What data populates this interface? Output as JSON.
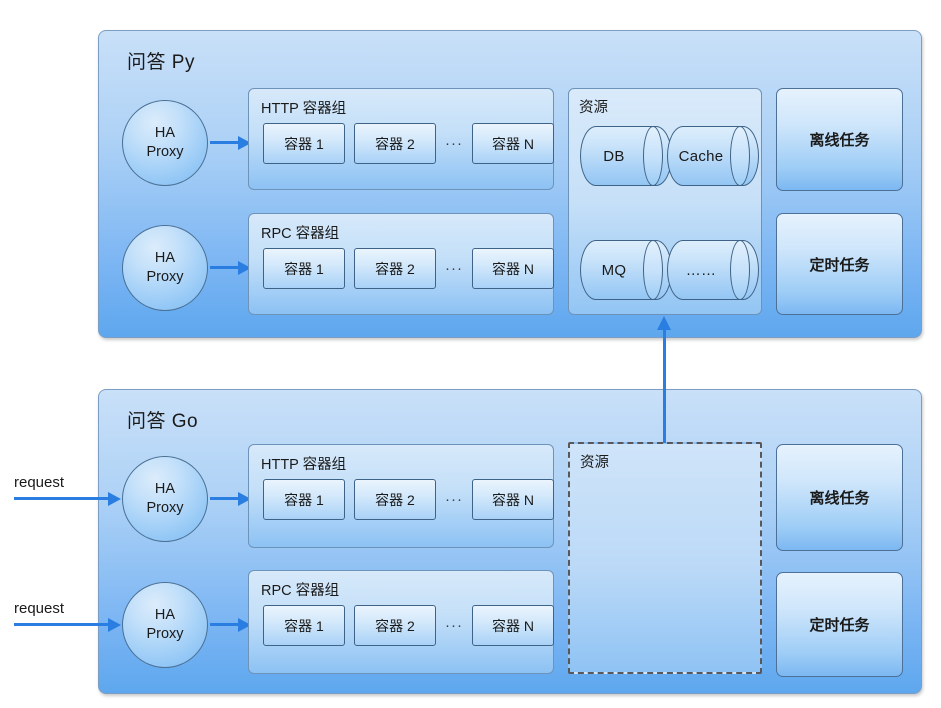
{
  "diagram": {
    "title_visible": false,
    "colors": {
      "panel_gradient_top": "#c9e0f8",
      "panel_gradient_bottom": "#5ea7ee",
      "arrow_blue": "#2a7de1",
      "border_blue": "#3f6387",
      "text": "#1a1a1a",
      "dashed_border": "#58585a"
    }
  },
  "panels": [
    {
      "id": "py",
      "title": "问答 Py",
      "proxies": [
        {
          "line1": "HA",
          "line2": "Proxy"
        },
        {
          "line1": "HA",
          "line2": "Proxy"
        }
      ],
      "groups": [
        {
          "label": "HTTP 容器组",
          "containers": [
            "容器 1",
            "容器 2"
          ],
          "ellipsis": "···",
          "last_container": "容器 N"
        },
        {
          "label": "RPC 容器组",
          "containers": [
            "容器 1",
            "容器 2"
          ],
          "ellipsis": "···",
          "last_container": "容器 N"
        }
      ],
      "resource": {
        "label": "资源",
        "dashed": false,
        "items": [
          "DB",
          "Cache",
          "MQ",
          "……"
        ]
      },
      "tasks": [
        "离线任务",
        "定时任务"
      ],
      "requests": []
    },
    {
      "id": "go",
      "title": "问答 Go",
      "proxies": [
        {
          "line1": "HA",
          "line2": "Proxy"
        },
        {
          "line1": "HA",
          "line2": "Proxy"
        }
      ],
      "groups": [
        {
          "label": "HTTP 容器组",
          "containers": [
            "容器 1",
            "容器 2"
          ],
          "ellipsis": "···",
          "last_container": "容器 N"
        },
        {
          "label": "RPC 容器组",
          "containers": [
            "容器 1",
            "容器 2"
          ],
          "ellipsis": "···",
          "last_container": "容器 N"
        }
      ],
      "resource": {
        "label": "资源",
        "dashed": true,
        "items": []
      },
      "tasks": [
        "离线任务",
        "定时任务"
      ],
      "requests": [
        "request",
        "request"
      ]
    }
  ]
}
